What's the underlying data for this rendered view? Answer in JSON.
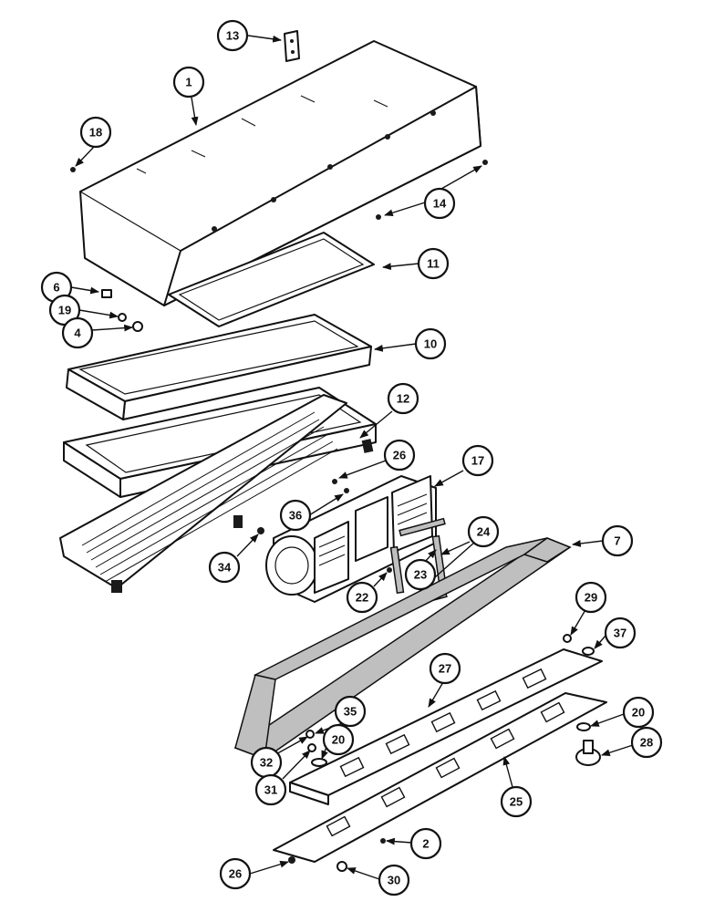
{
  "callouts": [
    {
      "label": "13"
    },
    {
      "label": "1"
    },
    {
      "label": "18"
    },
    {
      "label": "14"
    },
    {
      "label": "11"
    },
    {
      "label": "6"
    },
    {
      "label": "19"
    },
    {
      "label": "4"
    },
    {
      "label": "10"
    },
    {
      "label": "12"
    },
    {
      "label": "26"
    },
    {
      "label": "17"
    },
    {
      "label": "36"
    },
    {
      "label": "24"
    },
    {
      "label": "7"
    },
    {
      "label": "34"
    },
    {
      "label": "23"
    },
    {
      "label": "22"
    },
    {
      "label": "29"
    },
    {
      "label": "37"
    },
    {
      "label": "27"
    },
    {
      "label": "35"
    },
    {
      "label": "20"
    },
    {
      "label": "20"
    },
    {
      "label": "32"
    },
    {
      "label": "28"
    },
    {
      "label": "31"
    },
    {
      "label": "25"
    },
    {
      "label": "2"
    },
    {
      "label": "26"
    },
    {
      "label": "30"
    }
  ]
}
